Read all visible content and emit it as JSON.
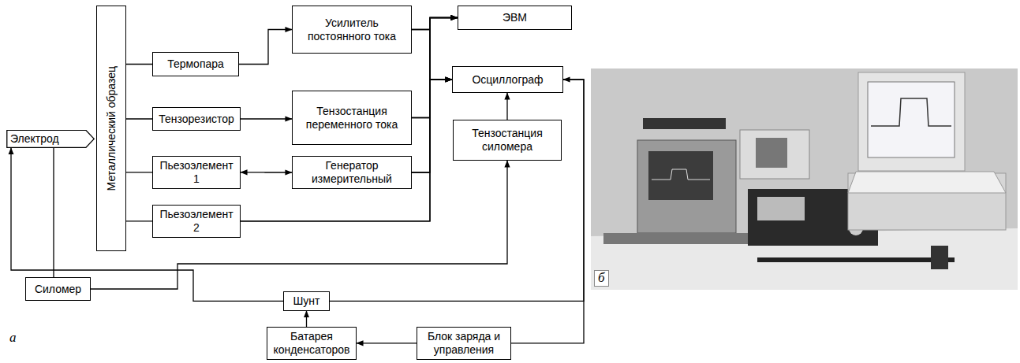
{
  "diagram": {
    "nodes": [
      {
        "text": [
          "Электрод"
        ]
      },
      {
        "text": [
          "Металлический образец"
        ]
      },
      {
        "text": [
          "Термопара"
        ]
      },
      {
        "text": [
          "Тензорезистор"
        ]
      },
      {
        "text": [
          "Пьезоэлемент 1"
        ]
      },
      {
        "text": [
          "Пьезоэлемент 2"
        ]
      },
      {
        "text": [
          "Усилитель постоянного тока"
        ]
      },
      {
        "text": [
          "Тензостанция переменного тока"
        ]
      },
      {
        "text": [
          "Генератор измерительный"
        ]
      },
      {
        "text": [
          "ЭВМ"
        ]
      },
      {
        "text": [
          "Осциллограф"
        ]
      },
      {
        "text": [
          "Тензостанция силомера"
        ]
      },
      {
        "text": [
          "Силомер"
        ]
      },
      {
        "text": [
          "Шунт"
        ]
      },
      {
        "text": [
          "Батарея конденсаторов"
        ]
      },
      {
        "text": [
          "Блок заряда и управления"
        ]
      }
    ],
    "edges": [
      {
        "from": 1,
        "to": 2,
        "arrow": "none"
      },
      {
        "from": 1,
        "to": 3,
        "arrow": "none"
      },
      {
        "from": 1,
        "to": 4,
        "arrow": "none"
      },
      {
        "from": 1,
        "to": 5,
        "arrow": "none"
      },
      {
        "from": 2,
        "to": 6,
        "arrow": "to"
      },
      {
        "from": 3,
        "to": 7,
        "arrow": "to"
      },
      {
        "from": 4,
        "to": 8,
        "arrow": "both"
      },
      {
        "from": 6,
        "to": 9,
        "arrow": "to"
      },
      {
        "from": 7,
        "to": 9,
        "arrow": "to"
      },
      {
        "from": 8,
        "to": 9,
        "arrow": "to"
      },
      {
        "from": 5,
        "to": 9,
        "arrow": "to"
      },
      {
        "from": 6,
        "to": 10,
        "arrow": "to"
      },
      {
        "from": 7,
        "to": 10,
        "arrow": "to"
      },
      {
        "from": 8,
        "to": 10,
        "arrow": "to"
      },
      {
        "from": 5,
        "to": 10,
        "arrow": "to"
      },
      {
        "from": 11,
        "to": 10,
        "arrow": "to"
      },
      {
        "from": 12,
        "to": 11,
        "arrow": "to"
      },
      {
        "from": 12,
        "to": 0,
        "arrow": "none"
      },
      {
        "from": 10,
        "to": 15,
        "arrow": "none"
      },
      {
        "from": 15,
        "to": 14,
        "arrow": "to"
      },
      {
        "from": 14,
        "to": 13,
        "arrow": "to"
      },
      {
        "from": 13,
        "to": 0,
        "arrow": "to"
      },
      {
        "from": 13,
        "to": 10,
        "arrow": "to"
      }
    ],
    "labels": [
      "а",
      "б"
    ]
  }
}
